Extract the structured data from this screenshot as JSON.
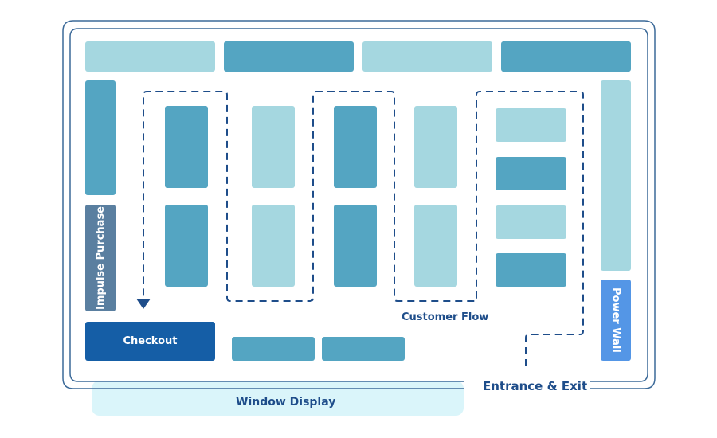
{
  "labels": {
    "impulse_purchase": "Impulse Purchase",
    "checkout": "Checkout",
    "power_wall": "Power Wall",
    "customer_flow": "Customer Flow",
    "entrance_exit": "Entrance & Exit",
    "window_display": "Window Display"
  },
  "colors": {
    "light_shelf": "#a5d7e0",
    "dark_shelf": "#54a5c2",
    "impulse": "#5a7fa0",
    "checkout": "#155ea6",
    "power_wall": "#5496e6",
    "window_display": "#daf5fa",
    "outline": "#2d5a8c"
  }
}
